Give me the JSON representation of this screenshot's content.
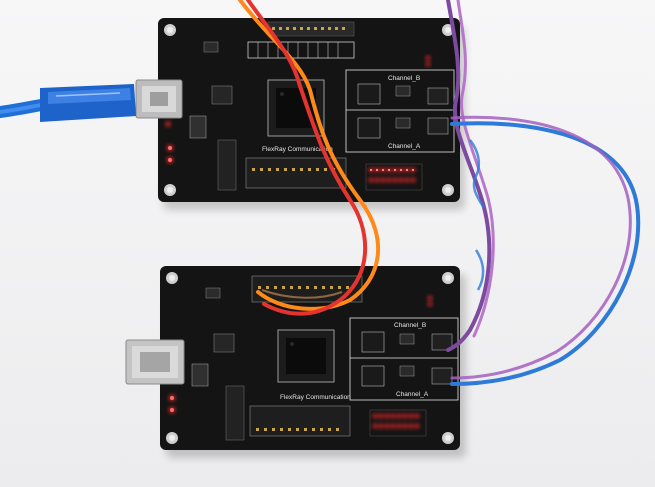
{
  "boards": [
    {
      "title": "FlexRay Communication",
      "channel_b": "Channel_B",
      "channel_a": "Channel_A"
    },
    {
      "title": "FlexRay Communication",
      "channel_b": "Channel_B",
      "channel_a": "Channel_A"
    }
  ],
  "colors": {
    "background": "#f3f3f4",
    "pcb": "#141414",
    "silkscreen": "#e8e8e8",
    "led_red": "#ff2a2a",
    "usb_cable": "#1f6fd6",
    "orange_wire": "#ff8a1a",
    "red_wire": "#e3342f",
    "purple_wire": "#7c4a9e",
    "blue_wire": "#2e7ad8"
  },
  "icons": [
    "usb-b-connector-icon",
    "microcontroller-chip-icon",
    "led-array-icon",
    "pin-header-icon"
  ]
}
